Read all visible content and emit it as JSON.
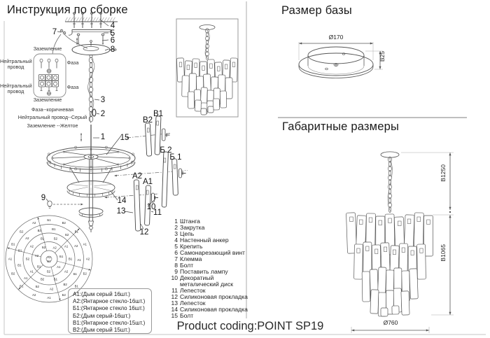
{
  "titles": {
    "assembly": "Инструкция по сборке",
    "base": "Размер базы",
    "overall": "Габаритные размеры"
  },
  "wiring": {
    "ground_top": "Заземление",
    "ground_bottom": "Заземление",
    "neutral_top": "Нейтральный провод",
    "neutral_bottom": "Нейтральный провод",
    "phase_top": "Фаза",
    "phase_bottom": "Фаза",
    "color_legend": [
      "Фаза--коричневая",
      "Нейтральный провод--Серый",
      "Заземление --Желтое"
    ]
  },
  "callouts": [
    {
      "id": "c1",
      "label": "1"
    },
    {
      "id": "c2",
      "label": "2"
    },
    {
      "id": "c3",
      "label": "3"
    },
    {
      "id": "c4",
      "label": "4"
    },
    {
      "id": "c5",
      "label": "5"
    },
    {
      "id": "c6",
      "label": "6"
    },
    {
      "id": "c7",
      "label": "7"
    },
    {
      "id": "c8",
      "label": "8"
    },
    {
      "id": "c9",
      "label": "9"
    },
    {
      "id": "c10",
      "label": "10"
    },
    {
      "id": "c11",
      "label": "11"
    },
    {
      "id": "c12",
      "label": "12"
    },
    {
      "id": "c13",
      "label": "13"
    },
    {
      "id": "c14",
      "label": "14"
    },
    {
      "id": "c15",
      "label": "15"
    },
    {
      "id": "cB2",
      "label": "B2"
    },
    {
      "id": "cB1",
      "label": "B1"
    },
    {
      "id": "cb2",
      "label": "Б 2"
    },
    {
      "id": "cb1",
      "label": "Б 1"
    },
    {
      "id": "cA2",
      "label": "A2"
    },
    {
      "id": "cA1",
      "label": "A1"
    }
  ],
  "parts_list": [
    {
      "num": "1",
      "name": "Штанга"
    },
    {
      "num": "2",
      "name": "Закрутка"
    },
    {
      "num": "3",
      "name": "Цепь"
    },
    {
      "num": "4",
      "name": "Настенный анкер"
    },
    {
      "num": "5",
      "name": "Крепить"
    },
    {
      "num": "6",
      "name": "Самонарезающий винт"
    },
    {
      "num": "7",
      "name": "Клемма"
    },
    {
      "num": "8",
      "name": "Болт"
    },
    {
      "num": "9",
      "name": "Поставить лампу"
    },
    {
      "num": "10",
      "name": "Декоратиый",
      "name2": "металический диск"
    },
    {
      "num": "11",
      "name": "Лепесток"
    },
    {
      "num": "12",
      "name": "Силиконовая прокладка"
    },
    {
      "num": "13",
      "name": "Лепесток"
    },
    {
      "num": "14",
      "name": "Силиконовая прокладка"
    },
    {
      "num": "15",
      "name": "Болт"
    }
  ],
  "glass_legend": [
    "A1:(Дым серый 16шт.)",
    "A2:(Янтарное стекло-16шт.)",
    "Б1:(Янтарное стекло 16шт.)",
    "Б2:(Дым серый-16шт.)",
    "B1:(Янтарное стекло-15шт.)",
    "B2:(Дым серый 15шт.)"
  ],
  "ring_diagram": {
    "rings": [
      {
        "labels": [
          "Б1",
          "B2",
          "B1",
          "A1",
          "A2",
          "Б2",
          "B1",
          "Б2",
          "A1",
          "A2",
          "Б1",
          "B2",
          "A1",
          "B1",
          "Б2",
          "A2"
        ]
      },
      {
        "labels": [
          "B1",
          "Б2",
          "A2",
          "A1",
          "Б1",
          "B2",
          "A2",
          "Б2",
          "A1",
          "B1",
          "Б1",
          "A2",
          "B2"
        ]
      },
      {
        "labels": [
          "Б2",
          "A1",
          "B1",
          "A2",
          "Б1",
          "B2",
          "A1",
          "Б2",
          "A2",
          "B1"
        ]
      },
      {
        "labels": [
          "A2",
          "Б1",
          "A1",
          "Б2",
          "B1",
          "A2",
          "Б2"
        ]
      },
      {
        "labels": [
          "A2",
          "Б2"
        ]
      }
    ]
  },
  "dimensions": {
    "base_diameter": "Ø170",
    "base_height": "B25",
    "chain_height": "B1250",
    "body_height": "B1065",
    "body_diameter": "Ø760"
  },
  "footer": {
    "product_coding": "Product coding:POINT SP19"
  }
}
